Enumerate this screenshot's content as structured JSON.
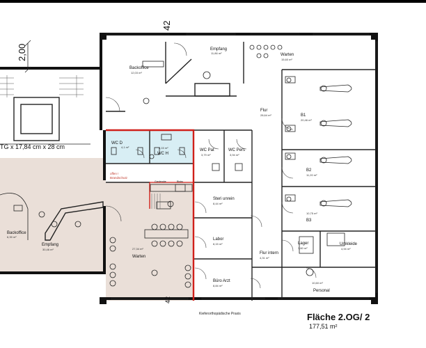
{
  "dimensions": {
    "top_thickness": "42",
    "bottom_thickness": "42",
    "left_height": "2,00",
    "stair_spec": "TG x 17,84 cm x 28 cm"
  },
  "rooms": {
    "backoffice_top": {
      "name": "Backoffice",
      "area": "12,03 m²"
    },
    "empfang_top": {
      "name": "Empfang",
      "area": "11,86 m²"
    },
    "warten_top": {
      "name": "Warten",
      "area": "15,60 m²"
    },
    "flur": {
      "name": "Flur",
      "area": "28,64 m²"
    },
    "b1": {
      "name": "B1",
      "area": "20,46 m²"
    },
    "wc_d": {
      "name": "WC D",
      "area": "4,1 m²"
    },
    "wc_h": {
      "name": "WC H",
      "area": "4,15 m²"
    },
    "wc_pat": {
      "name": "WC Pat",
      "area": "3,79 m²"
    },
    "wc_pers": {
      "name": "WC Pers",
      "area": "3,94 m²"
    },
    "b2": {
      "name": "B2",
      "area": "11,20 m²"
    },
    "steri": {
      "name": "Steri unrein",
      "area": "8,44 m²"
    },
    "b3": {
      "name": "B3",
      "area": "10,75 m²"
    },
    "labor": {
      "name": "Labor",
      "area": "8,15 m²"
    },
    "lager": {
      "name": "Lager",
      "area": "3,60 m²"
    },
    "umkleide": {
      "name": "Umkleide",
      "area": "4,94 m²"
    },
    "flur_intern": {
      "name": "Flur intern",
      "area": "4,31 m²"
    },
    "buero_arzt": {
      "name": "Büro Arzt",
      "area": "8,84 m²"
    },
    "personal": {
      "name": "Personal",
      "area": "10,60 m²"
    },
    "warten_main": {
      "name": "Warten",
      "area": "27,34 m²"
    },
    "backoffice_left": {
      "name": "Backoffice",
      "area": "6,39 m²"
    },
    "empfang_left": {
      "name": "Empfang",
      "area": "30,46 m²"
    }
  },
  "annotations": {
    "fire_note_1": "offen !",
    "fire_note_2": "Brandschutz",
    "sign_1": "Garderobe",
    "sign_2": "Bistro",
    "footer": "Kieferorthopädische Praxis"
  },
  "summary": {
    "title": "Fläche 2.OG/ 2",
    "area": "177,51 m²"
  },
  "colors": {
    "wet_room": "#d8eef4",
    "shared_zone": "#eadfd8",
    "red_boundary": "#d0201a",
    "wall": "#111111"
  }
}
